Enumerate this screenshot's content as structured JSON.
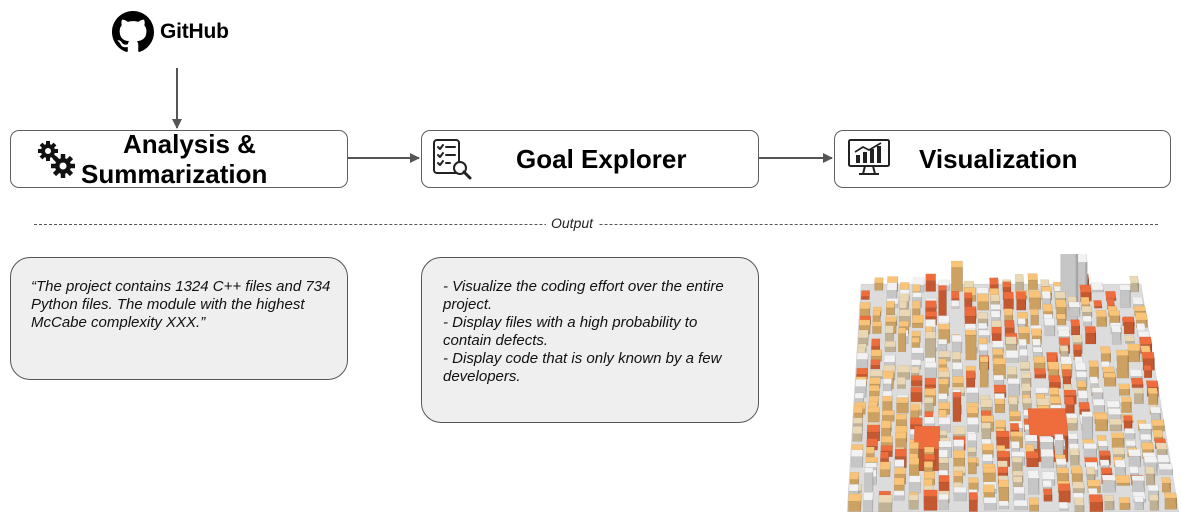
{
  "source": {
    "label": "GitHub",
    "icon": "github-octocat-icon"
  },
  "pipeline": [
    {
      "title_line1": "Analysis &",
      "title_line2": "Summarization",
      "icon": "gears-icon"
    },
    {
      "title": "Goal Explorer",
      "icon": "checklist-search-icon"
    },
    {
      "title": "Visualization",
      "icon": "monitor-chart-icon"
    }
  ],
  "output_label": "Output",
  "summary_text": "“The project contains 1324 C++ files and 734 Python files. The module with the highest McCabe complexity XXX.”",
  "goals": [
    "- Visualize the coding effort over the entire project.",
    "- Display files with a high probability to contain defects.",
    "- Display code that is only known by a few developers."
  ],
  "colors": {
    "border": "#5f5f5f",
    "card_fill": "#efefef",
    "city_orange": "#ef6c3c",
    "city_light_orange": "#f9c477",
    "city_beige": "#ead8b4",
    "city_white": "#f2f2f2"
  }
}
